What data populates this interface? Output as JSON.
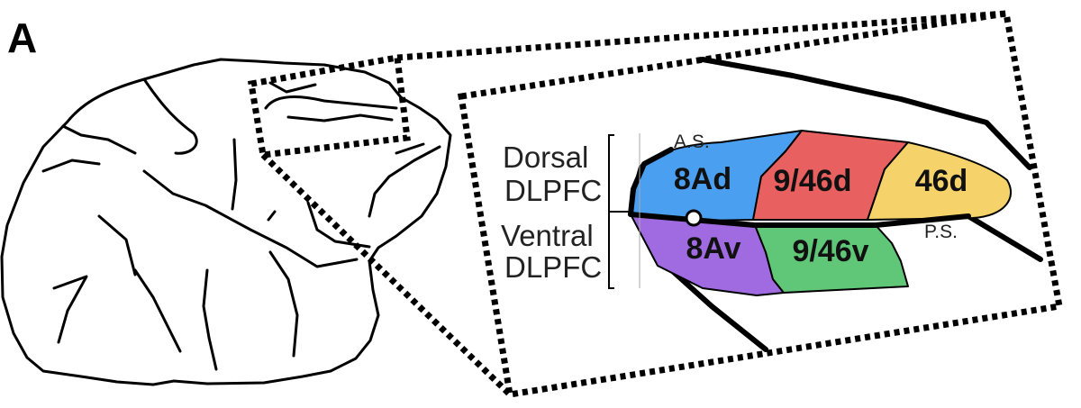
{
  "panel_label": "A",
  "side_labels": {
    "dorsal_line1": "Dorsal",
    "dorsal_line2": "DLPFC",
    "ventral_line1": "Ventral",
    "ventral_line2": "DLPFC"
  },
  "sulci": {
    "arcuate": "A.S.",
    "principal": "P.S."
  },
  "regions": [
    {
      "id": "8Ad",
      "label": "8Ad",
      "color": "#4a9ff0"
    },
    {
      "id": "9/46d",
      "label": "9/46d",
      "color": "#e8605f"
    },
    {
      "id": "46d",
      "label": "46d",
      "color": "#f5d36a"
    },
    {
      "id": "8Av",
      "label": "8Av",
      "color": "#a06ae0"
    },
    {
      "id": "9/46v",
      "label": "9/46v",
      "color": "#5fc777"
    }
  ]
}
